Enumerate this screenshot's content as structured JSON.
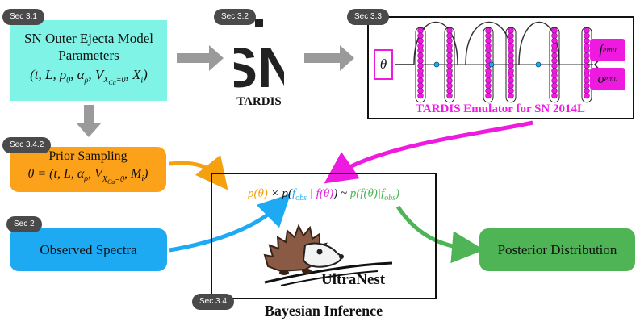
{
  "badges": {
    "sec_3_1": "Sec 3.1",
    "sec_3_2": "Sec 3.2",
    "sec_3_3": "Sec 3.3",
    "sec_3_4_2": "Sec 3.4.2",
    "sec_2": "Sec 2",
    "sec_3_4": "Sec 3.4"
  },
  "model_box": {
    "line1": "SN Outer Ejecta Model",
    "line2": "Parameters",
    "params_open": "(t, L, ρ",
    "params_0": "0",
    "params_mid": ", α",
    "params_rho": "ρ",
    "params_v": ", V",
    "params_xca": "X",
    "params_ca": "Ca",
    "params_eq0": "=0",
    "params_close": ", X",
    "params_i": "i",
    "params_end": ")"
  },
  "tardis": {
    "label": "TARDIS",
    "logo_text": "SN"
  },
  "emulator": {
    "title": "TARDIS Emulator for SN 2014L",
    "input_symbol": "θ",
    "output_f": "f",
    "output_sigma": "σ",
    "output_sub": "emu"
  },
  "prior": {
    "title": "Prior Sampling",
    "eq_head": "θ = (t, L, α",
    "eq_rho": "ρ",
    "eq_v": ", V",
    "eq_x": "X",
    "eq_ca": "Ca",
    "eq_eq0": "=0",
    "eq_m": ", M",
    "eq_i": "i",
    "eq_end": ")"
  },
  "observed": {
    "label": "Observed Spectra"
  },
  "posterior": {
    "label": "Posterior Distribution"
  },
  "bayes": {
    "title": "Bayesian Inference",
    "engine": "UltraNest",
    "eq_prior": "p(θ)",
    "eq_times": " × p(",
    "eq_fobs": "f",
    "eq_obs_sub": "obs",
    "eq_given": " | ",
    "eq_ftheta": "f(θ)",
    "eq_close": ") ~ ",
    "eq_post": "p(f(θ)|f",
    "eq_post_sub": "obs",
    "eq_post_close": ")"
  },
  "colors": {
    "teal": "#7ef3e6",
    "orange": "#fca21a",
    "blue": "#1ea9f3",
    "green": "#4eb455",
    "magenta": "#ee1ae0",
    "gray_arrow": "#9a9a9a",
    "badge": "#4a4a4a"
  }
}
